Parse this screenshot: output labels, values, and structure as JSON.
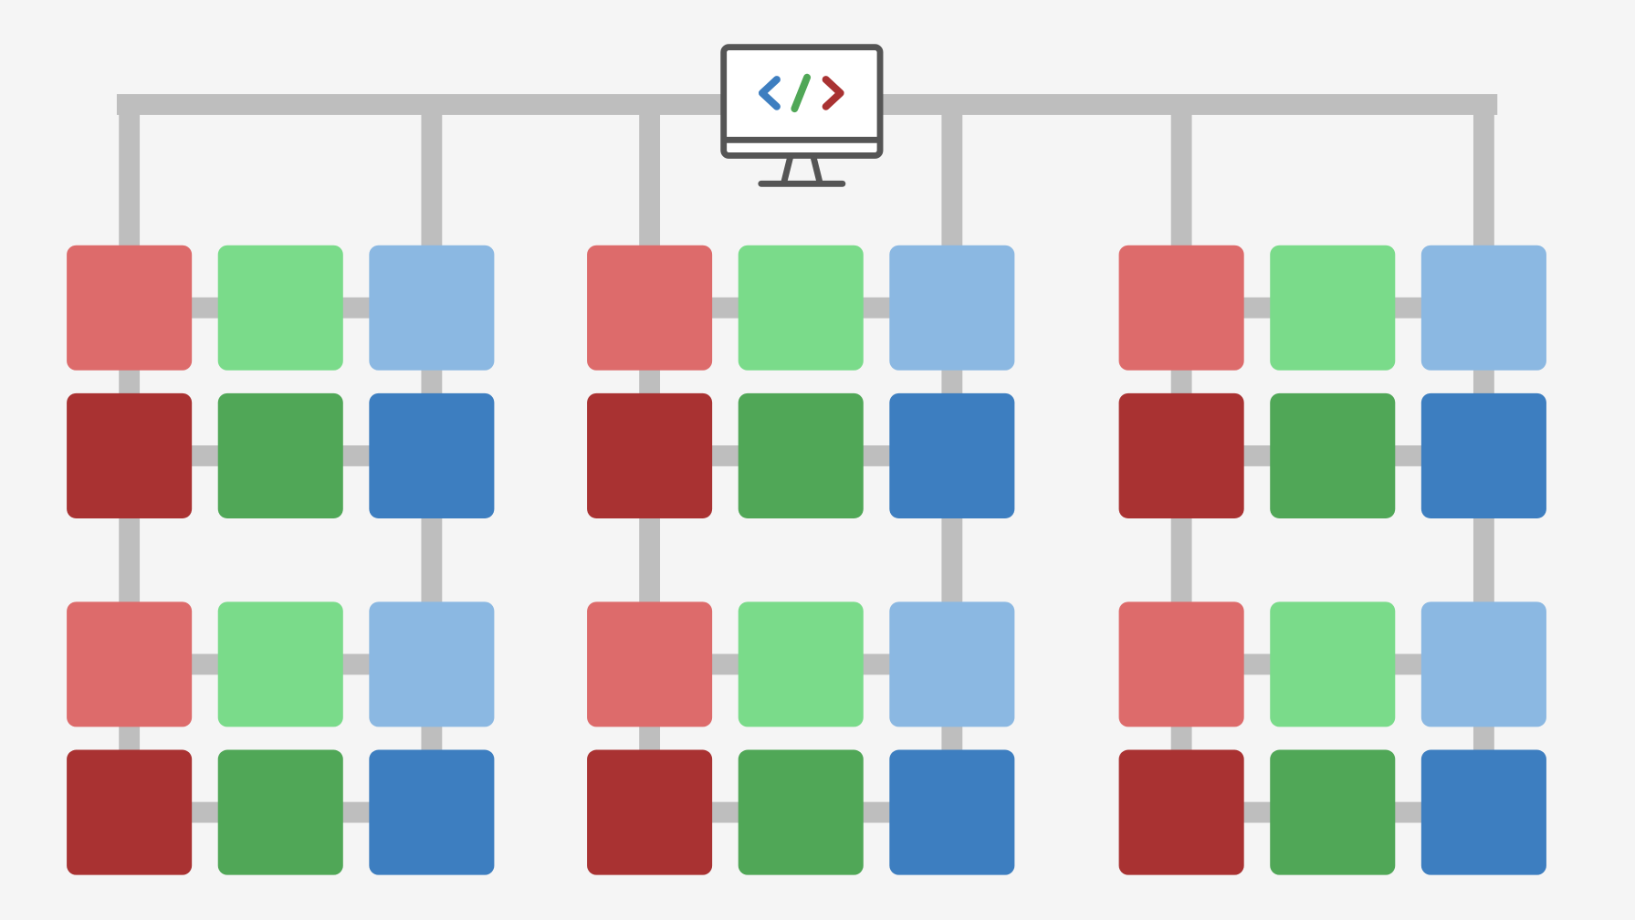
{
  "diagram": {
    "root": {
      "icon": "monitor-code-icon",
      "code_colors": {
        "open_bracket": "#3d7ec0",
        "slash": "#50a757",
        "close_bracket": "#a93232"
      }
    },
    "groups": 3,
    "rows": [
      "light",
      "dark",
      "light",
      "dark"
    ],
    "columns": [
      "red",
      "green",
      "blue"
    ],
    "colors": {
      "background": "#f5f5f5",
      "connector": "#bebebe",
      "monitor": "#555555",
      "light": {
        "red": "#dd6b6b",
        "green": "#7adb8a",
        "blue": "#8bb8e2"
      },
      "dark": {
        "red": "#a93232",
        "green": "#50a757",
        "blue": "#3d7ec0"
      }
    }
  }
}
